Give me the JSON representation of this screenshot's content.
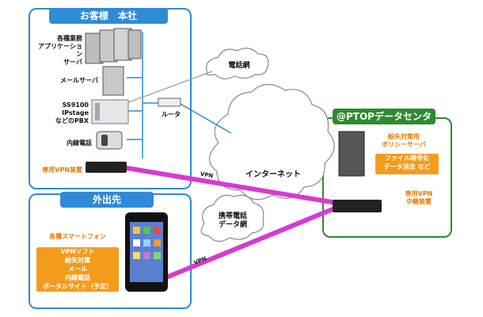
{
  "customer_hq": {
    "title": "お客様　本社",
    "servers_label": "各種業務\nアプリケーション\nサーバ",
    "mail_label": "メールサーバ",
    "pbx_label": "SS9100\nIPstage\nなどのPBX",
    "phone_label": "内線電話",
    "vpn_device_label": "専用VPN装置",
    "router_label": "ルータ"
  },
  "outside": {
    "title": "外出先",
    "smartphone_label": "各種スマートフォン",
    "features": "VPNソフト\n紛失対策\nメール\n内線電話\nポータルサイト（予定）"
  },
  "datacenter": {
    "title": "@PTOPデータセンタ",
    "policy_server_label": "紛失対策用\nポリシーサーバ",
    "features": "ファイル暗号化\nデータ消去 など",
    "relay_label": "専用VPN\n中継装置"
  },
  "networks": {
    "phone_net": "電話網",
    "internet": "インターネット",
    "mobile_net": "携帯電話\nデータ網",
    "vpn_label_1": "VPN",
    "vpn_label_2": "VPN"
  },
  "colors": {
    "hq_border": "#2f8ad8",
    "dc_border": "#2e8b2e",
    "vpn_line": "#d63bd0",
    "accent": "#f49b1d"
  }
}
